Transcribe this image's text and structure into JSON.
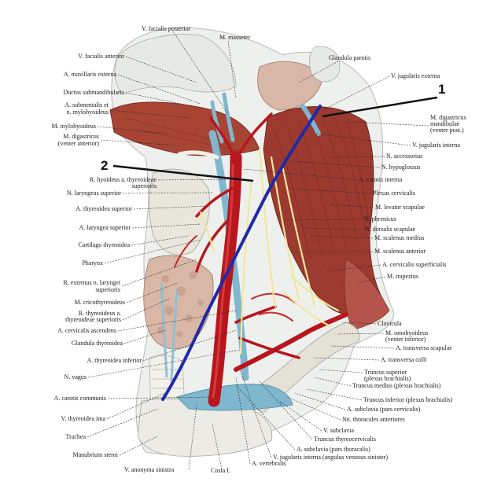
{
  "figure": {
    "markers": {
      "one": "1",
      "two": "2"
    },
    "colors": {
      "artery": "#b8161d",
      "vein": "#7fb7cf",
      "nerve": "#f1e6a0",
      "muscle": "#9c3a2f",
      "muscle_light": "#c9675a",
      "skin": "#eef0ee",
      "gland": "#d9b7a6",
      "pen_line": "#1f2aa8"
    },
    "labels_left": [
      "V. facialis anterior",
      "A. maxillaris externa",
      "Ductus submandibularis",
      "A. submentalis et",
      "n. mylohyoideus",
      "M. mylohyoideus",
      "M. digastricus",
      "(venter anterior)",
      "R. hyoideus a. thyreoideae",
      "superioris",
      "N. laryngeus superior",
      "A. thyreoidea superior",
      "A. laryngea superior",
      "Cartilago thyreoidea",
      "Pharynx",
      "R. externus n. laryngei",
      "superioris",
      "M. cricothyreoideus",
      "R. thyreoideus a.",
      "thyreoideae superioris",
      "A. cervicalis ascendens",
      "Glandula thyreoidea",
      "A. thyreoidea inferior",
      "N. vagus",
      "A. carotis communis",
      "V. thyreoidea ima",
      "Trachea",
      "Manubrium sterni"
    ],
    "labels_top": [
      "V. facialis posterior",
      "M. masseter",
      "Glandula parotis"
    ],
    "labels_right": [
      "V. jugularis externa",
      "M. digastricus",
      "mandibulae",
      "(venter post.)",
      "V. jugularis interna",
      "N. accessorius",
      "N. hypoglossus",
      "A. carotis interna",
      "Plexus cervicalis",
      "M. levator scapulae",
      "N. phrenicus",
      "N. dorsalis scapulae",
      "M. scalenus medius",
      "M. scalenus anterior",
      "A. cervicalis superficialis",
      "M. trapezius",
      "Clavicula",
      "M. omohyoideus",
      "(venter inferior)",
      "A. transversa scapulae",
      "A. transversa colli",
      "Truncus superior",
      "(plexus brachialis)",
      "Truncus medius (plexus brachialis)",
      "Truncus inferior (plexus brachialis)",
      "A. subclavia (pars cervicalis)",
      "Nn. thoracales anteriores"
    ],
    "labels_bottom": [
      "V. subclavia",
      "Truncus thyreocervicalis",
      "A. subclavia (pars thoracalis)",
      "V. jugularis interna (angulus venosus sinister)",
      "A. vertebralis",
      "Costa I.",
      "V. anonyma sinistra"
    ]
  }
}
